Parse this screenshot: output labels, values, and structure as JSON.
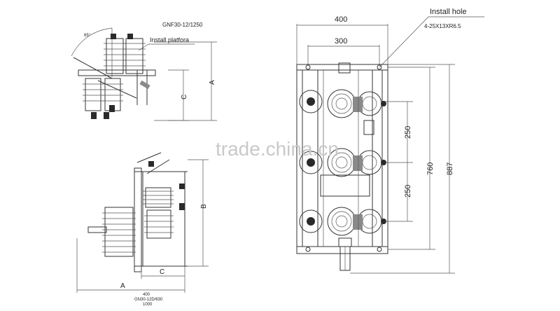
{
  "top_left": {
    "model": "GNF30-12/1250",
    "callout": "Install platfora",
    "angle": "65°",
    "dim_a": "A",
    "dim_c": "C"
  },
  "bottom_left": {
    "dim_b": "B",
    "dim_c": "C",
    "dim_a": "A",
    "note_line1": "400",
    "note_line2": "GN30-12D/630",
    "note_line3": "1000"
  },
  "right_view": {
    "install_hole": "Install hole",
    "hole_spec": "4-25X13XR6.5",
    "width_outer": "400",
    "width_inner": "300",
    "pitch_top": "250",
    "pitch_bottom": "250",
    "height_inner": "760",
    "height_outer": "887"
  },
  "watermark": "trade.china.cn"
}
